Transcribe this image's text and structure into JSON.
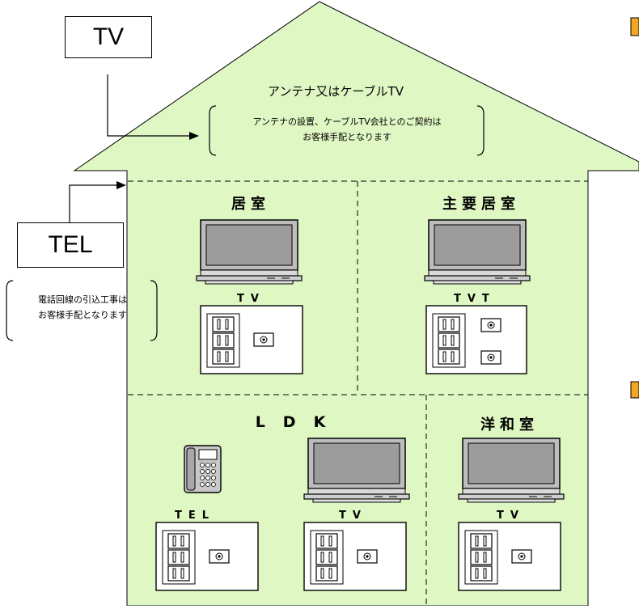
{
  "labels": {
    "tv_box": "TV",
    "tel_box": "TEL"
  },
  "roof": {
    "title": "アンテナ又はケーブルTV",
    "note_line1": "アンテナの設置、ケーブルTV会社とのご契約は",
    "note_line2": "お客様手配となります"
  },
  "tel_note": {
    "line1": "電話回線の引込工事は",
    "line2": "お客様手配となります"
  },
  "rooms": {
    "kyoshitsu": {
      "title": "居室",
      "outlet": "TV"
    },
    "shuyo": {
      "title": "主要居室",
      "outlet": "TVT"
    },
    "ldk": {
      "title": "LDK",
      "outlet_tel": "TEL",
      "outlet_tv": "TV"
    },
    "yowa": {
      "title": "洋和室",
      "outlet": "TV"
    }
  },
  "colors": {
    "house_fill": "#dff7c3",
    "line": "#000000",
    "accent_orange": "#f5a623"
  }
}
